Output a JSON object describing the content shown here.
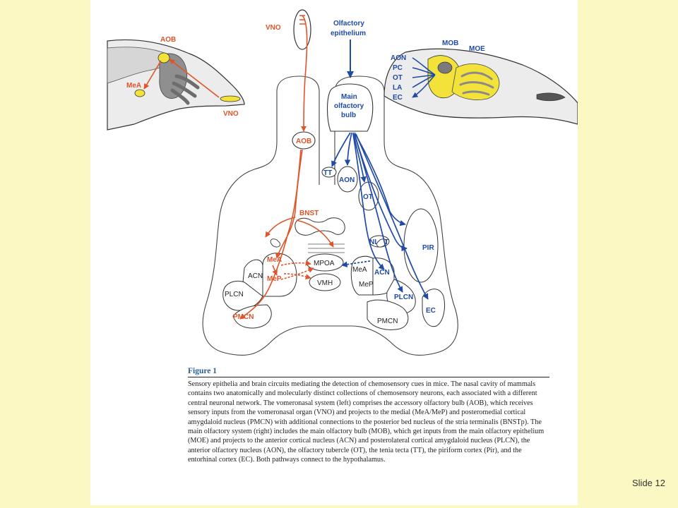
{
  "labels": {
    "vno_top": "VNO",
    "olfactory_epithelium_1": "Olfactory",
    "olfactory_epithelium_2": "epithelium",
    "aob_inset": "AOB",
    "mea_inset": "MeA",
    "vno_inset": "VNO",
    "mob": "MOB",
    "moe": "MOE",
    "aon_inset": "AON",
    "pc_inset": "PC",
    "ot_inset": "OT",
    "la_inset": "LA",
    "ec_inset": "EC",
    "mob_main_1": "Main",
    "mob_main_2": "olfactory",
    "mob_main_3": "bulb",
    "aob": "AOB",
    "tt": "TT",
    "aon": "AON",
    "ot": "OT",
    "bnst": "BNST",
    "nlot": "NLOT",
    "pir": "PIR",
    "mpoa": "MPOA",
    "vmh": "VMH",
    "mea_left": "MeA",
    "mep_left": "MeP",
    "acn_left": "ACN",
    "plcn_left": "PLCN",
    "pmcn_left": "PMCN",
    "mea_right": "MeA",
    "mep_right": "MeP",
    "acn_right": "ACN",
    "plcn_right": "PLCN",
    "pmcn_right": "PMCN",
    "ec": "EC"
  },
  "caption": {
    "title": "Figure 1",
    "text": "Sensory epithelia and brain circuits mediating the detection of chemosensory cues in mice. The nasal cavity of mammals contains two anatomically and molecularly distinct collections of chemosensory neurons, each associated with a different central neuronal network. The vomeronasal system (left) comprises the accessory olfactory bulb (AOB), which receives sensory inputs from the vomeronasal organ (VNO) and projects to the medial (MeA/MeP) and posteromedial cortical amygdaloid nucleus (PMCN) with additional connections to the posterior bed nucleus of the stria terminalis (BNSTp). The main olfactory system (right) includes the main olfactory bulb (MOB), which get inputs from the main olfactory epithelium (MOE) and projects to the anterior cortical nucleus (ACN) and posterolateral cortical amygdaloid nucleus (PLCN), the anterior olfactory nucleus (AON), the olfactory tubercle (OT), the tenia tecta (TT), the piriform cortex (Pir), and the entorhinal cortex (EC). Both pathways connect to the hypothalamus."
  },
  "slide_number": "Slide 12",
  "colors": {
    "background": "#fbf8c4",
    "vomeronasal_pathway": "#e0542a",
    "main_olfactory_pathway": "#1f4aa6",
    "bulb_fill": "#f2e23a",
    "caption_title": "#2a5f9e"
  }
}
